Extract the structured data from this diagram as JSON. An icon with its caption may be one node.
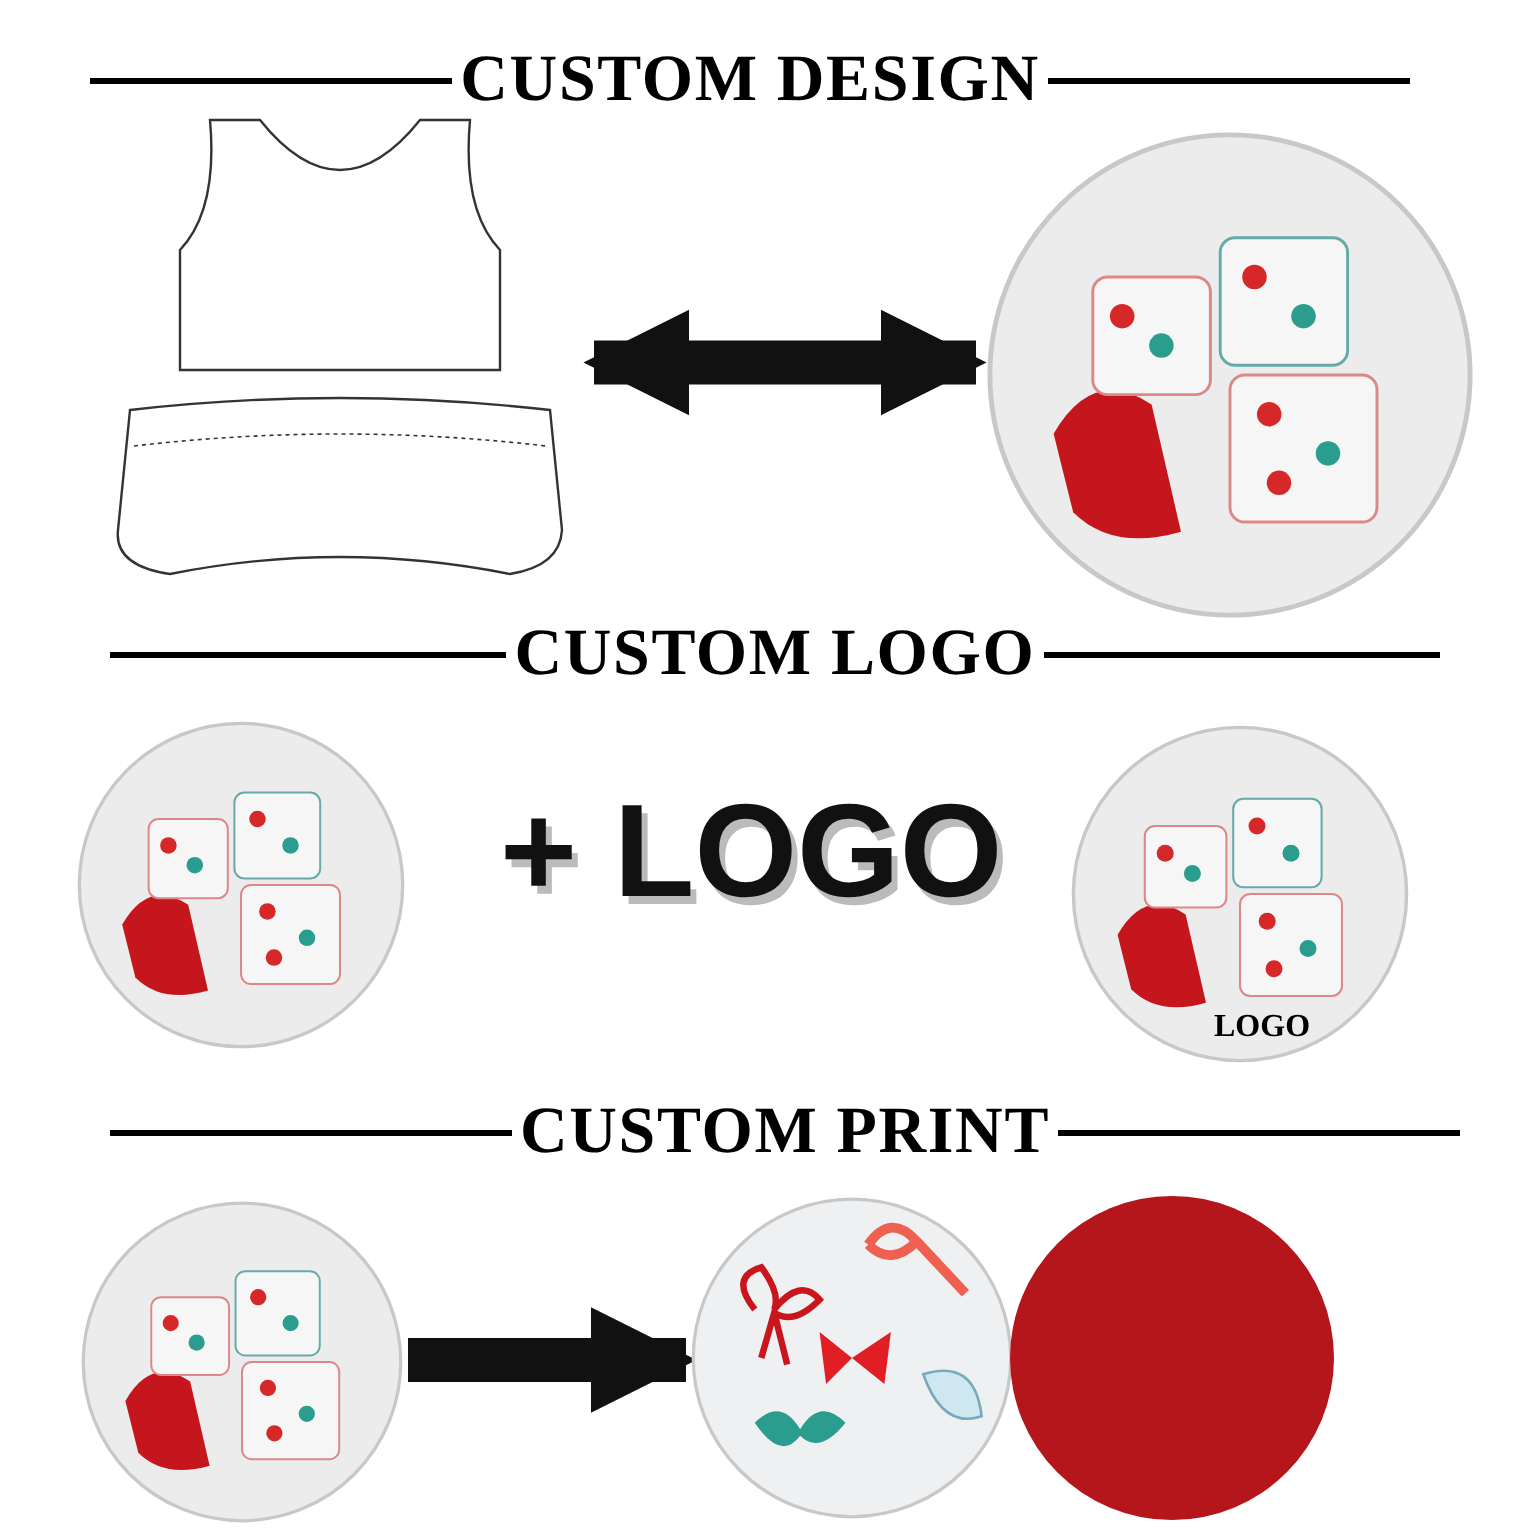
{
  "diagram": {
    "nodes": [
      {
        "text": [],
        "shape": "picture"
      },
      {
        "text": [],
        "shape": "picture"
      },
      {
        "text": [],
        "shape": "picture"
      },
      {
        "text": [
          "LOGO"
        ]
      },
      {
        "text": [],
        "shape": "picture"
      },
      {
        "text": [],
        "shape": "picture"
      },
      {
        "text": [],
        "shape": "circle"
      }
    ],
    "edges": [
      {
        "from": 0,
        "to": 1,
        "arrow": "both"
      },
      {
        "from": 4,
        "to": 5,
        "arrow": "to"
      }
    ],
    "labels": [
      "CUSTOM DESIGN",
      "CUSTOM LOGO",
      "+ LOGO",
      "CUSTOM PRINT"
    ]
  }
}
